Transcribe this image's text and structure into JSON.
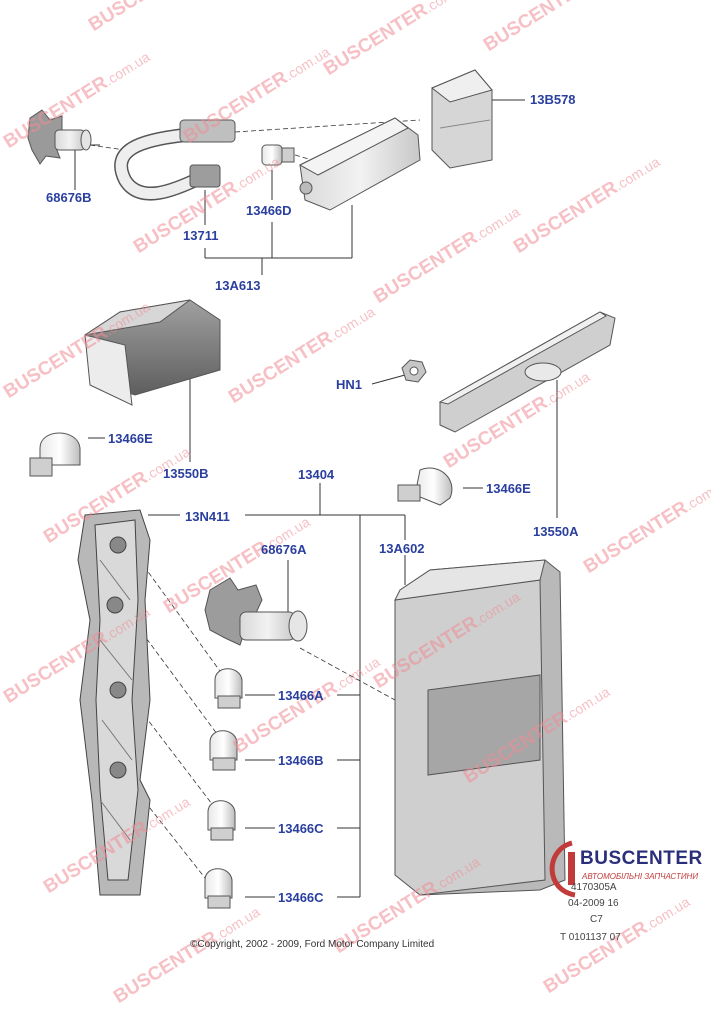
{
  "labels": {
    "p13B578": "13B578",
    "p68676B": "68676B",
    "p13711": "13711",
    "p13466D": "13466D",
    "p13A613": "13A613",
    "pHN1": "HN1",
    "p13466E_left": "13466E",
    "p13550B": "13550B",
    "p13404": "13404",
    "p13466E_right": "13466E",
    "p13550A": "13550A",
    "p13N411": "13N411",
    "p68676A": "68676A",
    "p13A602": "13A602",
    "p13466A": "13466A",
    "p13466B": "13466B",
    "p13466C_1": "13466C",
    "p13466C_2": "13466C"
  },
  "watermark": {
    "brand": "BUSCENTER",
    "domain": ".com.ua"
  },
  "logo": {
    "brand": "BUSCENTER",
    "tagline": "АВТОМОБІЛЬНІ ЗАПЧАСТИНИ",
    "color_primary": "#2a2f7a",
    "color_accent": "#c23b3b"
  },
  "footer": {
    "copyright": "©Copyright, 2002 - 2009, Ford Motor Company Limited",
    "ref1": "4170305A",
    "ref2": "04-2009 16",
    "ref3": "C7",
    "ref4": "T 0101137 07"
  },
  "colors": {
    "label": "#2a3f9e",
    "line": "#333333",
    "watermark": "#ee8c96"
  }
}
